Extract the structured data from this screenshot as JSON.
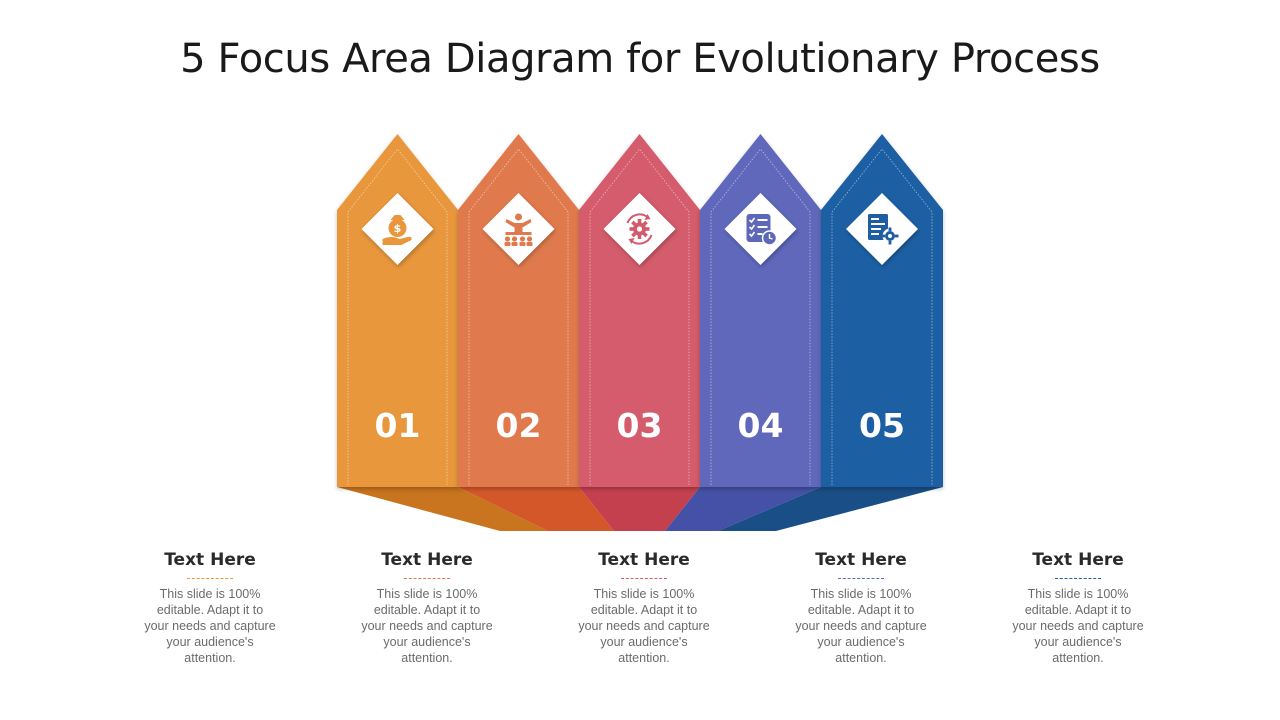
{
  "title": "5 Focus Area Diagram for Evolutionary Process",
  "steps": [
    {
      "number": "01",
      "icon": "money-bag-hand-icon",
      "color": "#E8973C",
      "shade": "#C9741E",
      "caption_title": "Text Here",
      "caption_body": "This slide is 100% editable. Adapt it to your needs and capture your audience's attention.",
      "divider_color": "#E8973C"
    },
    {
      "number": "02",
      "icon": "presenter-audience-icon",
      "color": "#E07A4E",
      "shade": "#D4572A",
      "caption_title": "Text Here",
      "caption_body": "This slide is 100% editable. Adapt it to your needs and capture your audience's attention.",
      "divider_color": "#E07A4E"
    },
    {
      "number": "03",
      "icon": "gear-cycle-icon",
      "color": "#D45B6C",
      "shade": "#C4404F",
      "caption_title": "Text Here",
      "caption_body": "This slide is 100% editable. Adapt it to your needs and capture your audience's attention.",
      "divider_color": "#D45B6C"
    },
    {
      "number": "04",
      "icon": "checklist-clock-icon",
      "color": "#5E68BA",
      "shade": "#4551A6",
      "caption_title": "Text Here",
      "caption_body": "This slide is 100% editable. Adapt it to your needs and capture your audience's attention.",
      "divider_color": "#5E68BA"
    },
    {
      "number": "05",
      "icon": "document-gear-icon",
      "color": "#1F5EA3",
      "shade": "#1A4E86",
      "caption_title": "Text Here",
      "caption_body": "This slide is 100% editable. Adapt it to your needs and capture your audience's attention.",
      "divider_color": "#1F5EA3"
    }
  ]
}
